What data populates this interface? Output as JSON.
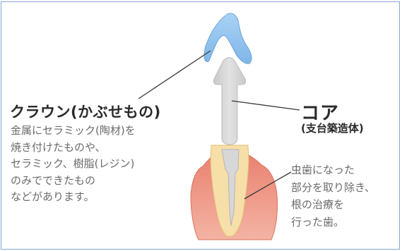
{
  "crown": {
    "title": "クラウン(かぶせもの)",
    "description": "金属にセラミック(陶材)を\n焼き付けたものや、\nセラミック、樹脂(レジン)\nのみでできたもの\nなどがあります。"
  },
  "core": {
    "title": "コア",
    "subtitle": "(支台築造体)"
  },
  "tooth": {
    "description": "虫歯になった\n部分を取り除き、\n根の治療を\n行った歯。"
  },
  "colors": {
    "frame_border": "#7ea6d8",
    "crown_fill": "#8cc0ee",
    "core_fill": "#d3d3d3",
    "gum_fill": "#ef8f7e",
    "root_fill": "#f6dfa8",
    "leader_line": "#3a3a3a"
  }
}
